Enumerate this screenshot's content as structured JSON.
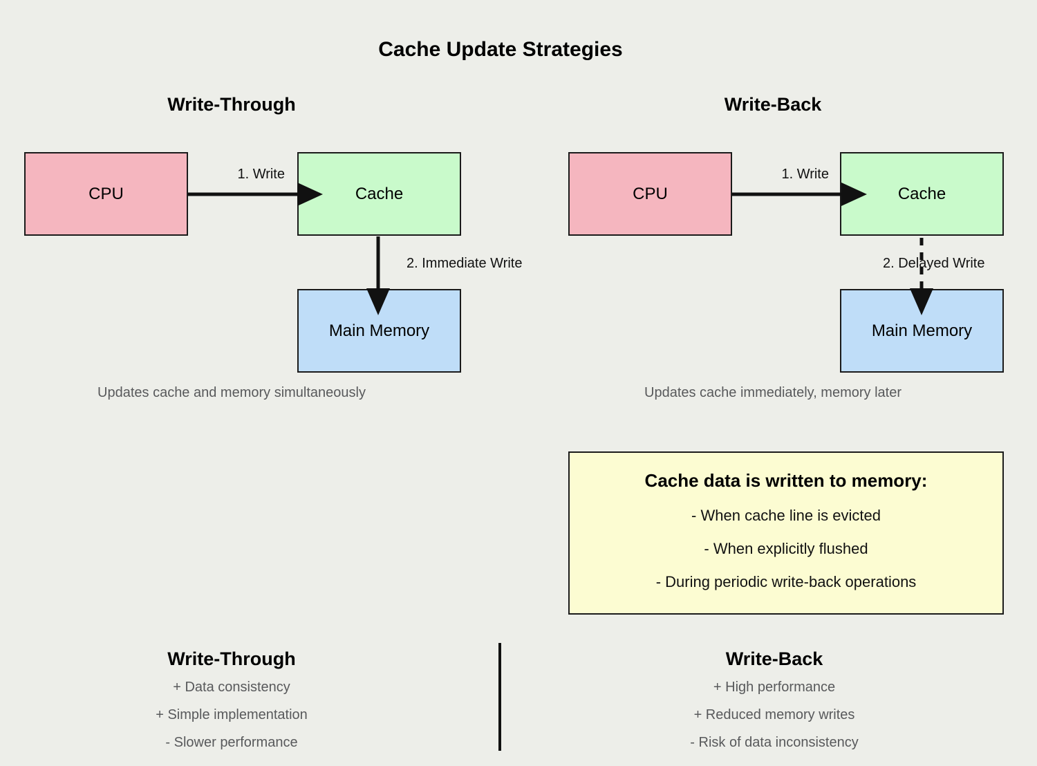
{
  "title": "Cache Update Strategies",
  "colors": {
    "background": "#EDEEE9",
    "cpu": "#F5B6BF",
    "cache": "#C9FACB",
    "memory": "#BFDDF8",
    "note": "#FCFCD2",
    "muted_text": "#58595B",
    "line": "#111111"
  },
  "left_diagram": {
    "heading": "Write-Through",
    "cpu_label": "CPU",
    "cache_label": "Cache",
    "memory_label": "Main Memory",
    "arrow1_label": "1. Write",
    "arrow2_label": "2. Immediate Write",
    "caption": "Updates cache and memory simultaneously"
  },
  "right_diagram": {
    "heading": "Write-Back",
    "cpu_label": "CPU",
    "cache_label": "Cache",
    "memory_label": "Main Memory",
    "arrow1_label": "1. Write",
    "arrow2_label": "2. Delayed Write",
    "caption": "Updates cache immediately, memory later"
  },
  "note_box": {
    "title": "Cache data is written to memory:",
    "items": [
      "- When cache line is evicted",
      "- When explicitly flushed",
      "- During periodic write-back operations"
    ]
  },
  "comparison": {
    "left": {
      "heading": "Write-Through",
      "items": [
        "+ Data consistency",
        "+ Simple implementation",
        "- Slower performance"
      ]
    },
    "right": {
      "heading": "Write-Back",
      "items": [
        "+ High performance",
        "+ Reduced memory writes",
        "- Risk of data inconsistency"
      ]
    }
  }
}
